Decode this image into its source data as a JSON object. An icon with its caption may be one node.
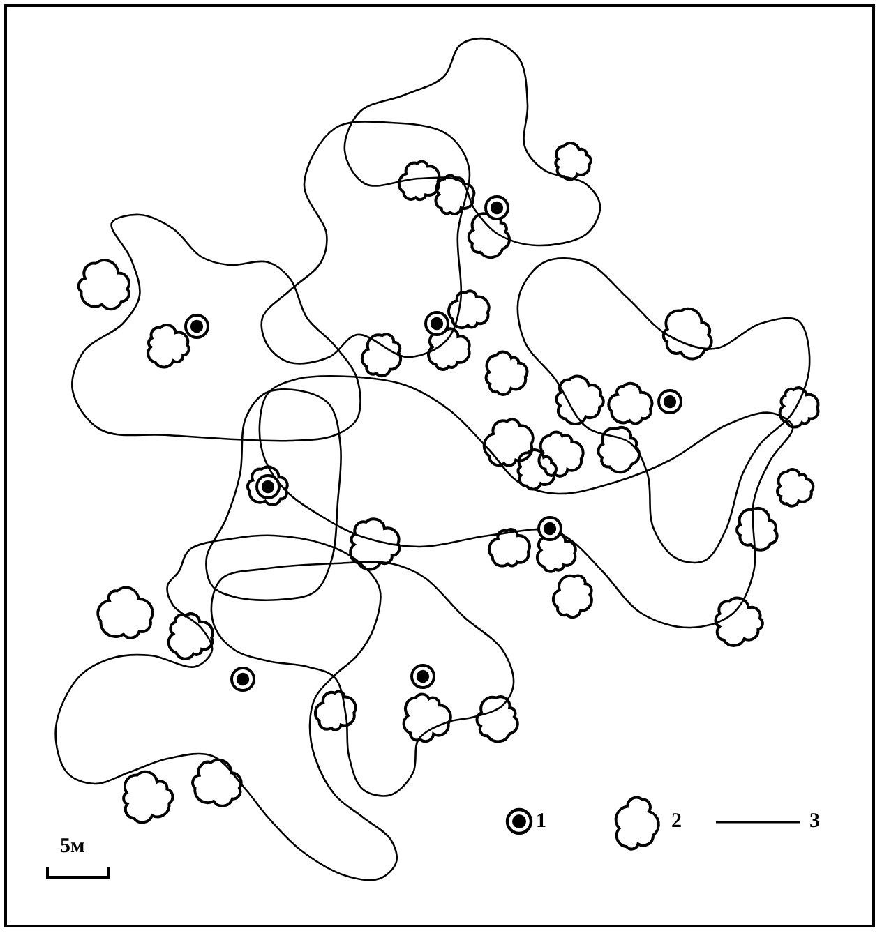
{
  "diagram": {
    "labels": [
      "5м"
    ],
    "legend": [
      {
        "text": "1"
      },
      {
        "text": "2"
      },
      {
        "text": "3"
      }
    ]
  }
}
